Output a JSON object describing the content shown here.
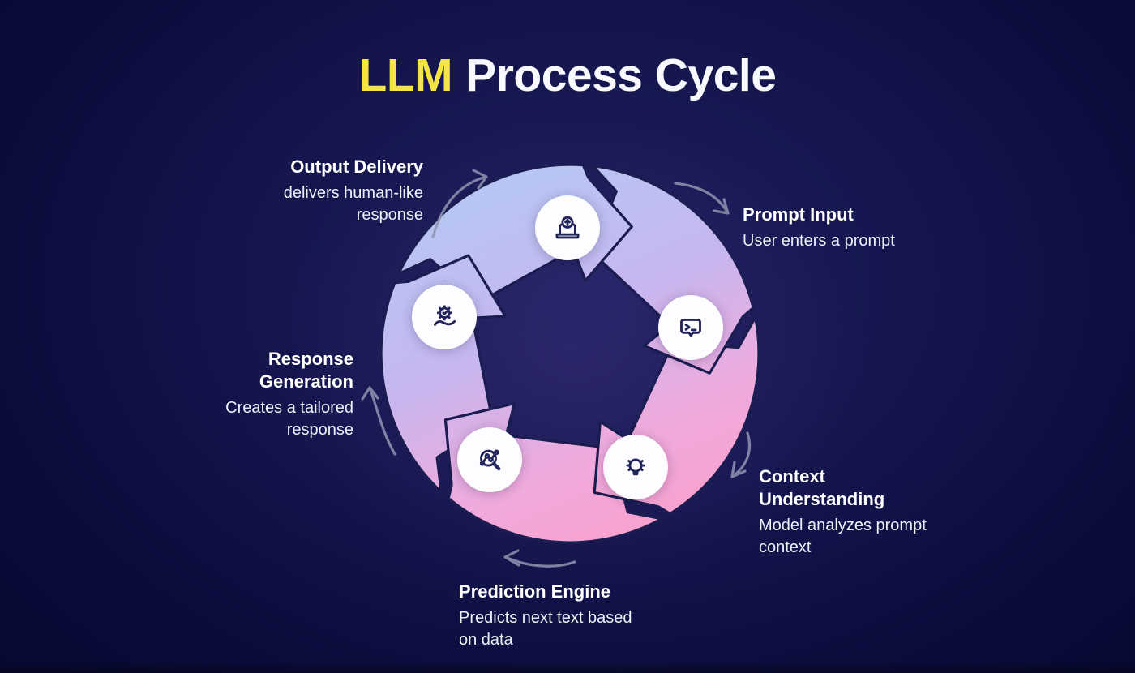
{
  "title": {
    "highlight": "LLM",
    "rest": "Process Cycle"
  },
  "colors": {
    "background_navy": "#0c0d3d",
    "accent_yellow": "#f4e542",
    "ring_gradient_top": "#b4c9f3",
    "ring_gradient_upper_mid": "#c7b6ef",
    "ring_gradient_lower_mid": "#eeabdd",
    "ring_gradient_bottom": "#fb9fcc",
    "outline_navy": "#1b1d50",
    "icon_circle_white": "#fdfcff",
    "text_white": "#ffffff",
    "connector_gray": "#8f95b2"
  },
  "steps": [
    {
      "label": "Prompt Input",
      "description": "User enters a prompt",
      "icon": "terminal-prompt-bubble-icon"
    },
    {
      "label": "Context\nUnderstanding",
      "description": "Model analyzes prompt\ncontext",
      "icon": "lightbulb-icon"
    },
    {
      "label": "Prediction Engine",
      "description": "Predicts next text based\non data",
      "icon": "search-analytics-icon"
    },
    {
      "label": "Response\nGeneration",
      "description": "Creates a tailored\nresponse",
      "icon": "gear-hand-icon"
    },
    {
      "label": "Output Delivery",
      "description": "delivers human-like\nresponse",
      "icon": "laptop-upload-icon"
    }
  ]
}
